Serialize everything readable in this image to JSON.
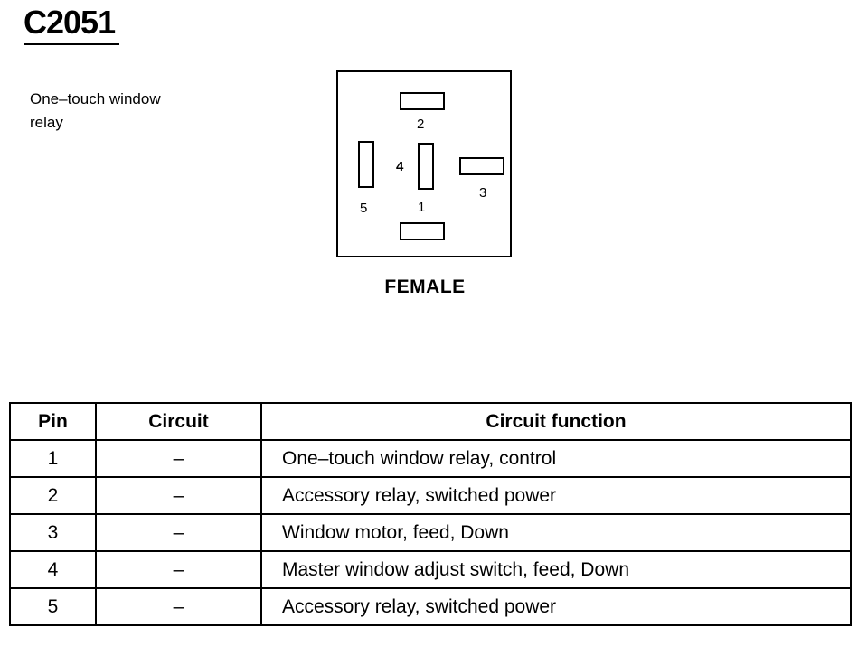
{
  "connector": {
    "id": "C2051",
    "description": "One–touch window relay",
    "gender": "FEMALE",
    "pin_labels": {
      "p1": "1",
      "p2": "2",
      "p3": "3",
      "p4": "4",
      "p5": "5"
    }
  },
  "table": {
    "headers": {
      "pin": "Pin",
      "circuit": "Circuit",
      "function": "Circuit function"
    },
    "rows": [
      {
        "pin": "1",
        "circuit": "–",
        "function": "One–touch window relay, control"
      },
      {
        "pin": "2",
        "circuit": "–",
        "function": "Accessory relay, switched power"
      },
      {
        "pin": "3",
        "circuit": "–",
        "function": "Window motor, feed, Down"
      },
      {
        "pin": "4",
        "circuit": "–",
        "function": "Master window adjust switch, feed, Down"
      },
      {
        "pin": "5",
        "circuit": "–",
        "function": "Accessory relay, switched power"
      }
    ]
  }
}
